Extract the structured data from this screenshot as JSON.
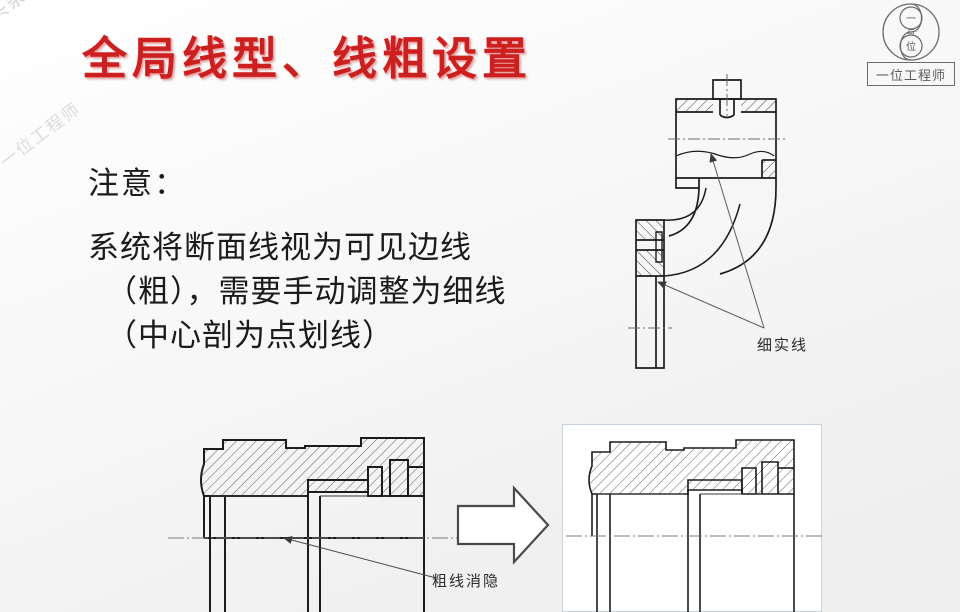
{
  "slide": {
    "title": "全局线型、线粗设置",
    "title_color": "#cc2020",
    "background": "#f4f4f4",
    "watermark_1": "头条号：一位工程师",
    "watermark_2": "一位工程师"
  },
  "note": {
    "label": "注意：",
    "line1": "系统将断面线视为可见边线",
    "line2": "（粗），需要手动调整为细线",
    "line3": "（中心剖为点划线）"
  },
  "logo": {
    "emblem_top": "一",
    "emblem_mid": "与",
    "emblem_bottom": "位",
    "caption": "一位工程师"
  },
  "drawings": {
    "top_right": {
      "name": "elbow-flange-section-view",
      "callout": "细实线"
    },
    "bottom_left": {
      "name": "bushing-section-before",
      "callout": "粗线消隐"
    },
    "bottom_right": {
      "name": "bushing-section-after"
    },
    "transition_arrow": "→"
  }
}
